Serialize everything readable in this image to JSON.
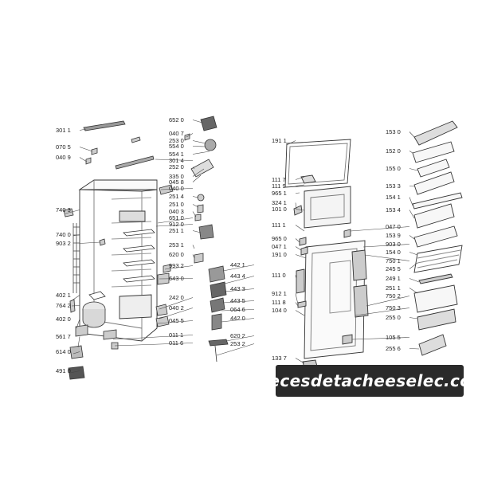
{
  "watermark": "piecesdetacheeselec.com",
  "labels_left": [
    "301 1",
    "070 5",
    "040 9",
    "740 3",
    "740 0",
    "903 2",
    "402 1",
    "764 2",
    "402 0",
    "561 7",
    "614 0",
    "491 0"
  ],
  "labels_mid": [
    "652 0",
    "040 7",
    "253 0",
    "554 0",
    "554 1",
    "301 4",
    "252 0",
    "335 0",
    "045 8",
    "040 0",
    "251 4",
    "251 0",
    "040 3",
    "651 0",
    "912 0",
    "251 1",
    "253 1",
    "620 0",
    "993 2",
    "643 0",
    "242 0",
    "040 2",
    "045 5",
    "011 1",
    "011 6"
  ],
  "labels_mid2": [
    "442 1",
    "443 4",
    "443 3",
    "443 5",
    "064 6",
    "442 0",
    "620 2",
    "253 2"
  ],
  "labels_door": [
    "191 1",
    "111 7",
    "111 9",
    "965 1",
    "324 1",
    "101 0",
    "111 1",
    "965 0",
    "047 1",
    "191 0",
    "111 0",
    "912 1",
    "111 8",
    "104 0",
    "133 7"
  ],
  "labels_right": [
    "153 0",
    "152 0",
    "155 0",
    "153 3",
    "154 1",
    "153 4",
    "047 0",
    "153 9",
    "903 0",
    "154 0",
    "750 1",
    "245 5",
    "249 1",
    "251 1",
    "750 2",
    "750 3",
    "255 0",
    "105 5",
    "255 6"
  ]
}
